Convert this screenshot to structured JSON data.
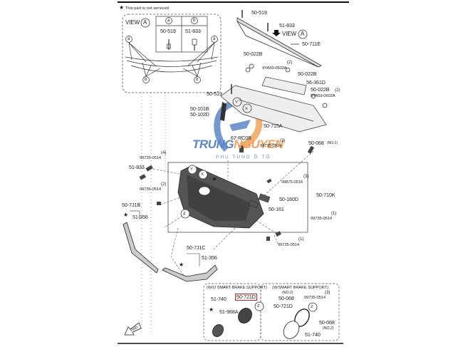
{
  "diagram": {
    "note": "This part is not serviced",
    "view_a": {
      "title": "VIEW",
      "view_letter": "A",
      "columns": [
        {
          "key": "a",
          "part": "50-519"
        },
        {
          "key": "b",
          "part": "51-833"
        }
      ]
    },
    "view_arrow_label": "VIEW",
    "view_arrow_letter": "A",
    "callout_letters": {
      "x": "X",
      "y": "Y",
      "z": "Z",
      "a": "a",
      "b": "b"
    },
    "parts": {
      "p50_519_top": "50-519",
      "p51_833_top": "51-833",
      "p50_711e": "50-711E",
      "p50_022b_1": "50-022B",
      "p9ya59_1": "9YA59-0602A",
      "p9ya59_1_qty": "(2)",
      "p50_022b_2": "50-022B",
      "p56_361d": "56-361D",
      "p50_022b_3": "50-022B",
      "p9ya59_2": "9YA59-0602A",
      "p9ya59_2_qty": "(2)",
      "p50_519_mid": "50-519",
      "p50_101b": "50-101B",
      "p50_102d": "50-102D",
      "p50_715a": "50-715A",
      "p67_rc0b": "67-RC0B",
      "p99735_top": "99735-0514",
      "p99735_top_qty": "(3)",
      "p50_068_no1": "50-068",
      "p50_068_no1_suffix": "(NO.1)",
      "p99735_left4": "99735-0514",
      "p99735_left4_qty": "(4)",
      "p51_833_left": "51-833",
      "p99735_left2": "99735-0514",
      "p99735_left2_qty": "(2)",
      "p99875": "99875-0516",
      "p99875_qty": "(3)",
      "p50_710k": "50-710K",
      "p50_160d": "50-160D",
      "p50_161": "50-161",
      "p99735_right1": "99735-0514",
      "p99735_right1_qty": "(1)",
      "p99735_bottom1": "99735-0514",
      "p99735_bottom1_qty": "(1)",
      "p50_7j1b": "50-7J1B",
      "p51_356_a": "51-356",
      "p50_7j1c": "50-7J1C",
      "p51_356_b": "51-356"
    },
    "box_without": {
      "title": "(W/O SMART BRAKE SUPPORT)",
      "p51_740": "51-740",
      "p50_721d": "50-721D",
      "p51_968a": "51-968A"
    },
    "box_with": {
      "title": "(W/SMART BRAKE SUPPORT)",
      "p50_068_a_qty": "(NO.2)",
      "p50_068_a": "50-068",
      "p99735": "99735-0514",
      "p99735_qty": "(3)",
      "p50_721d": "50-721D",
      "p50_068_b": "50-068",
      "p50_068_b_qty": "(NO.2)",
      "p51_740": "51-740"
    },
    "fwd_label": "FWD",
    "highlight_color": "#e11d1d"
  },
  "watermark": {
    "brand_part1": "TRUNG",
    "brand_part2": "NGUYEN",
    "tagline": "PHỤ TÙNG Ô TÔ",
    "colors": {
      "blue": "#5b86c7",
      "orange": "#f0a35c"
    }
  }
}
